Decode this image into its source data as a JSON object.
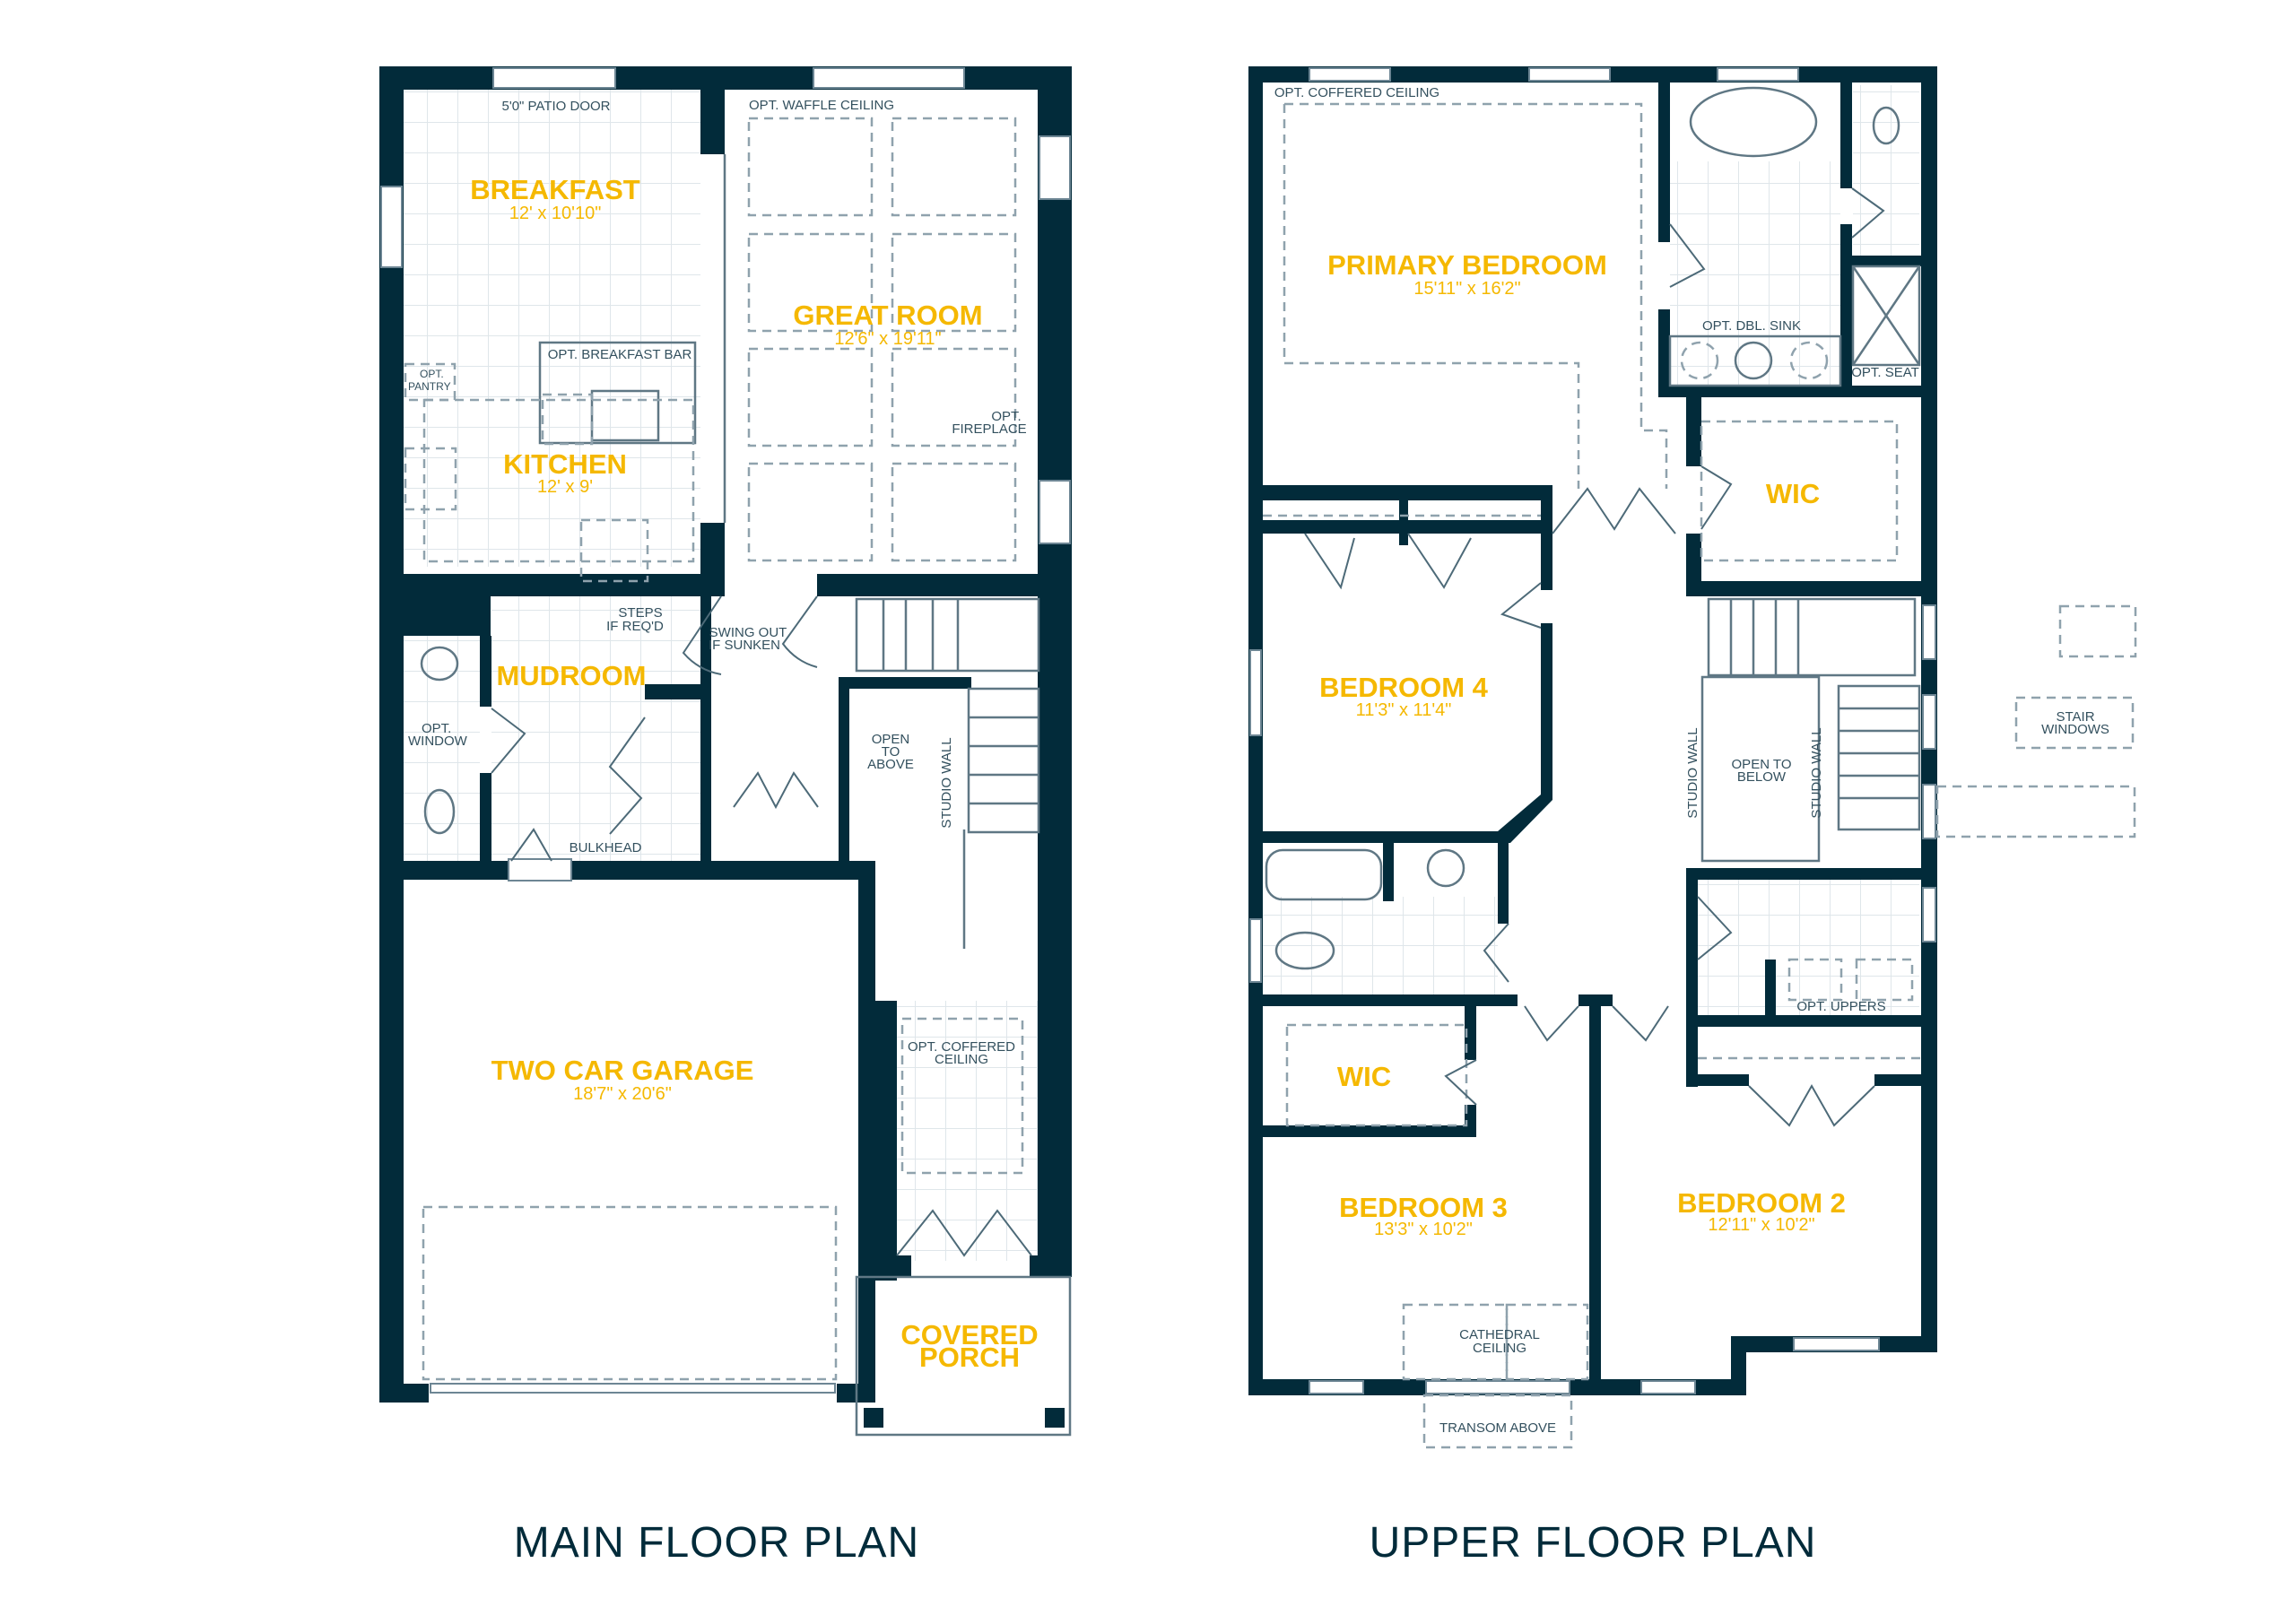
{
  "colors": {
    "wall": "#022b3a",
    "room_label": "#f5b800",
    "note": "#33505e"
  },
  "main_floor": {
    "title": "MAIN FLOOR PLAN",
    "rooms": {
      "breakfast": {
        "name": "BREAKFAST",
        "size": "12' x 10'10\""
      },
      "great_room": {
        "name": "GREAT ROOM",
        "size": "12'6\" x 19'11\""
      },
      "kitchen": {
        "name": "KITCHEN",
        "size": "12' x 9'"
      },
      "mudroom": {
        "name": "MUDROOM"
      },
      "garage": {
        "name": "TWO CAR GARAGE",
        "size": "18'7\" x 20'6\""
      },
      "porch": {
        "name_line1": "COVERED",
        "name_line2": "PORCH"
      }
    },
    "notes": {
      "patio_door": "5'0\" PATIO DOOR",
      "waffle": "OPT. WAFFLE CEILING",
      "breakfast_bar": "OPT. BREAKFAST BAR",
      "pantry_1": "OPT.",
      "pantry_2": "PANTRY",
      "fireplace_1": "OPT.",
      "fireplace_2": "FIREPLACE",
      "steps_1": "STEPS",
      "steps_2": "IF REQ'D",
      "swing_1": "SWING OUT",
      "swing_2": "IF SUNKEN",
      "window_1": "OPT.",
      "window_2": "WINDOW",
      "bulkhead": "BULKHEAD",
      "open_1": "OPEN",
      "open_2": "TO",
      "open_3": "ABOVE",
      "studio_wall": "STUDIO WALL",
      "coffered_1": "OPT. COFFERED",
      "coffered_2": "CEILING"
    }
  },
  "upper_floor": {
    "title": "UPPER FLOOR PLAN",
    "rooms": {
      "primary": {
        "name": "PRIMARY BEDROOM",
        "size": "15'11\" x 16'2\""
      },
      "wic_primary": {
        "name": "WIC"
      },
      "bedroom4": {
        "name": "BEDROOM 4",
        "size": "11'3\" x 11'4\""
      },
      "wic": {
        "name": "WIC"
      },
      "bedroom3": {
        "name": "BEDROOM 3",
        "size": "13'3\" x 10'2\""
      },
      "bedroom2": {
        "name": "BEDROOM 2",
        "size": "12'11\" x 10'2\""
      }
    },
    "notes": {
      "coffered": "OPT. COFFERED CEILING",
      "dbl_sink": "OPT. DBL. SINK",
      "seat": "OPT. SEAT",
      "studio_wall": "STUDIO WALL",
      "open_1": "OPEN TO",
      "open_2": "BELOW",
      "stair_1": "STAIR",
      "stair_2": "WINDOWS",
      "uppers": "OPT. UPPERS",
      "cathedral_1": "CATHEDRAL",
      "cathedral_2": "CEILING",
      "transom": "TRANSOM ABOVE"
    }
  }
}
